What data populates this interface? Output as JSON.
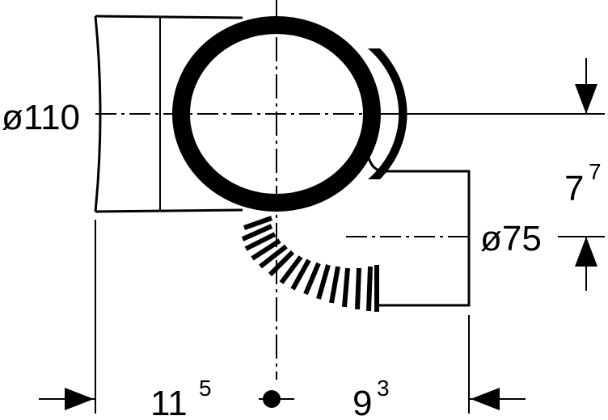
{
  "colors": {
    "ink": "#000000",
    "paper": "#ffffff"
  },
  "labels": {
    "d110": "ø110",
    "d75": "ø75",
    "seven_main": "7",
    "seven_sup": "7",
    "eleven_main": "11",
    "eleven_sup": "5",
    "nine_main": "9",
    "nine_sup": "3"
  }
}
